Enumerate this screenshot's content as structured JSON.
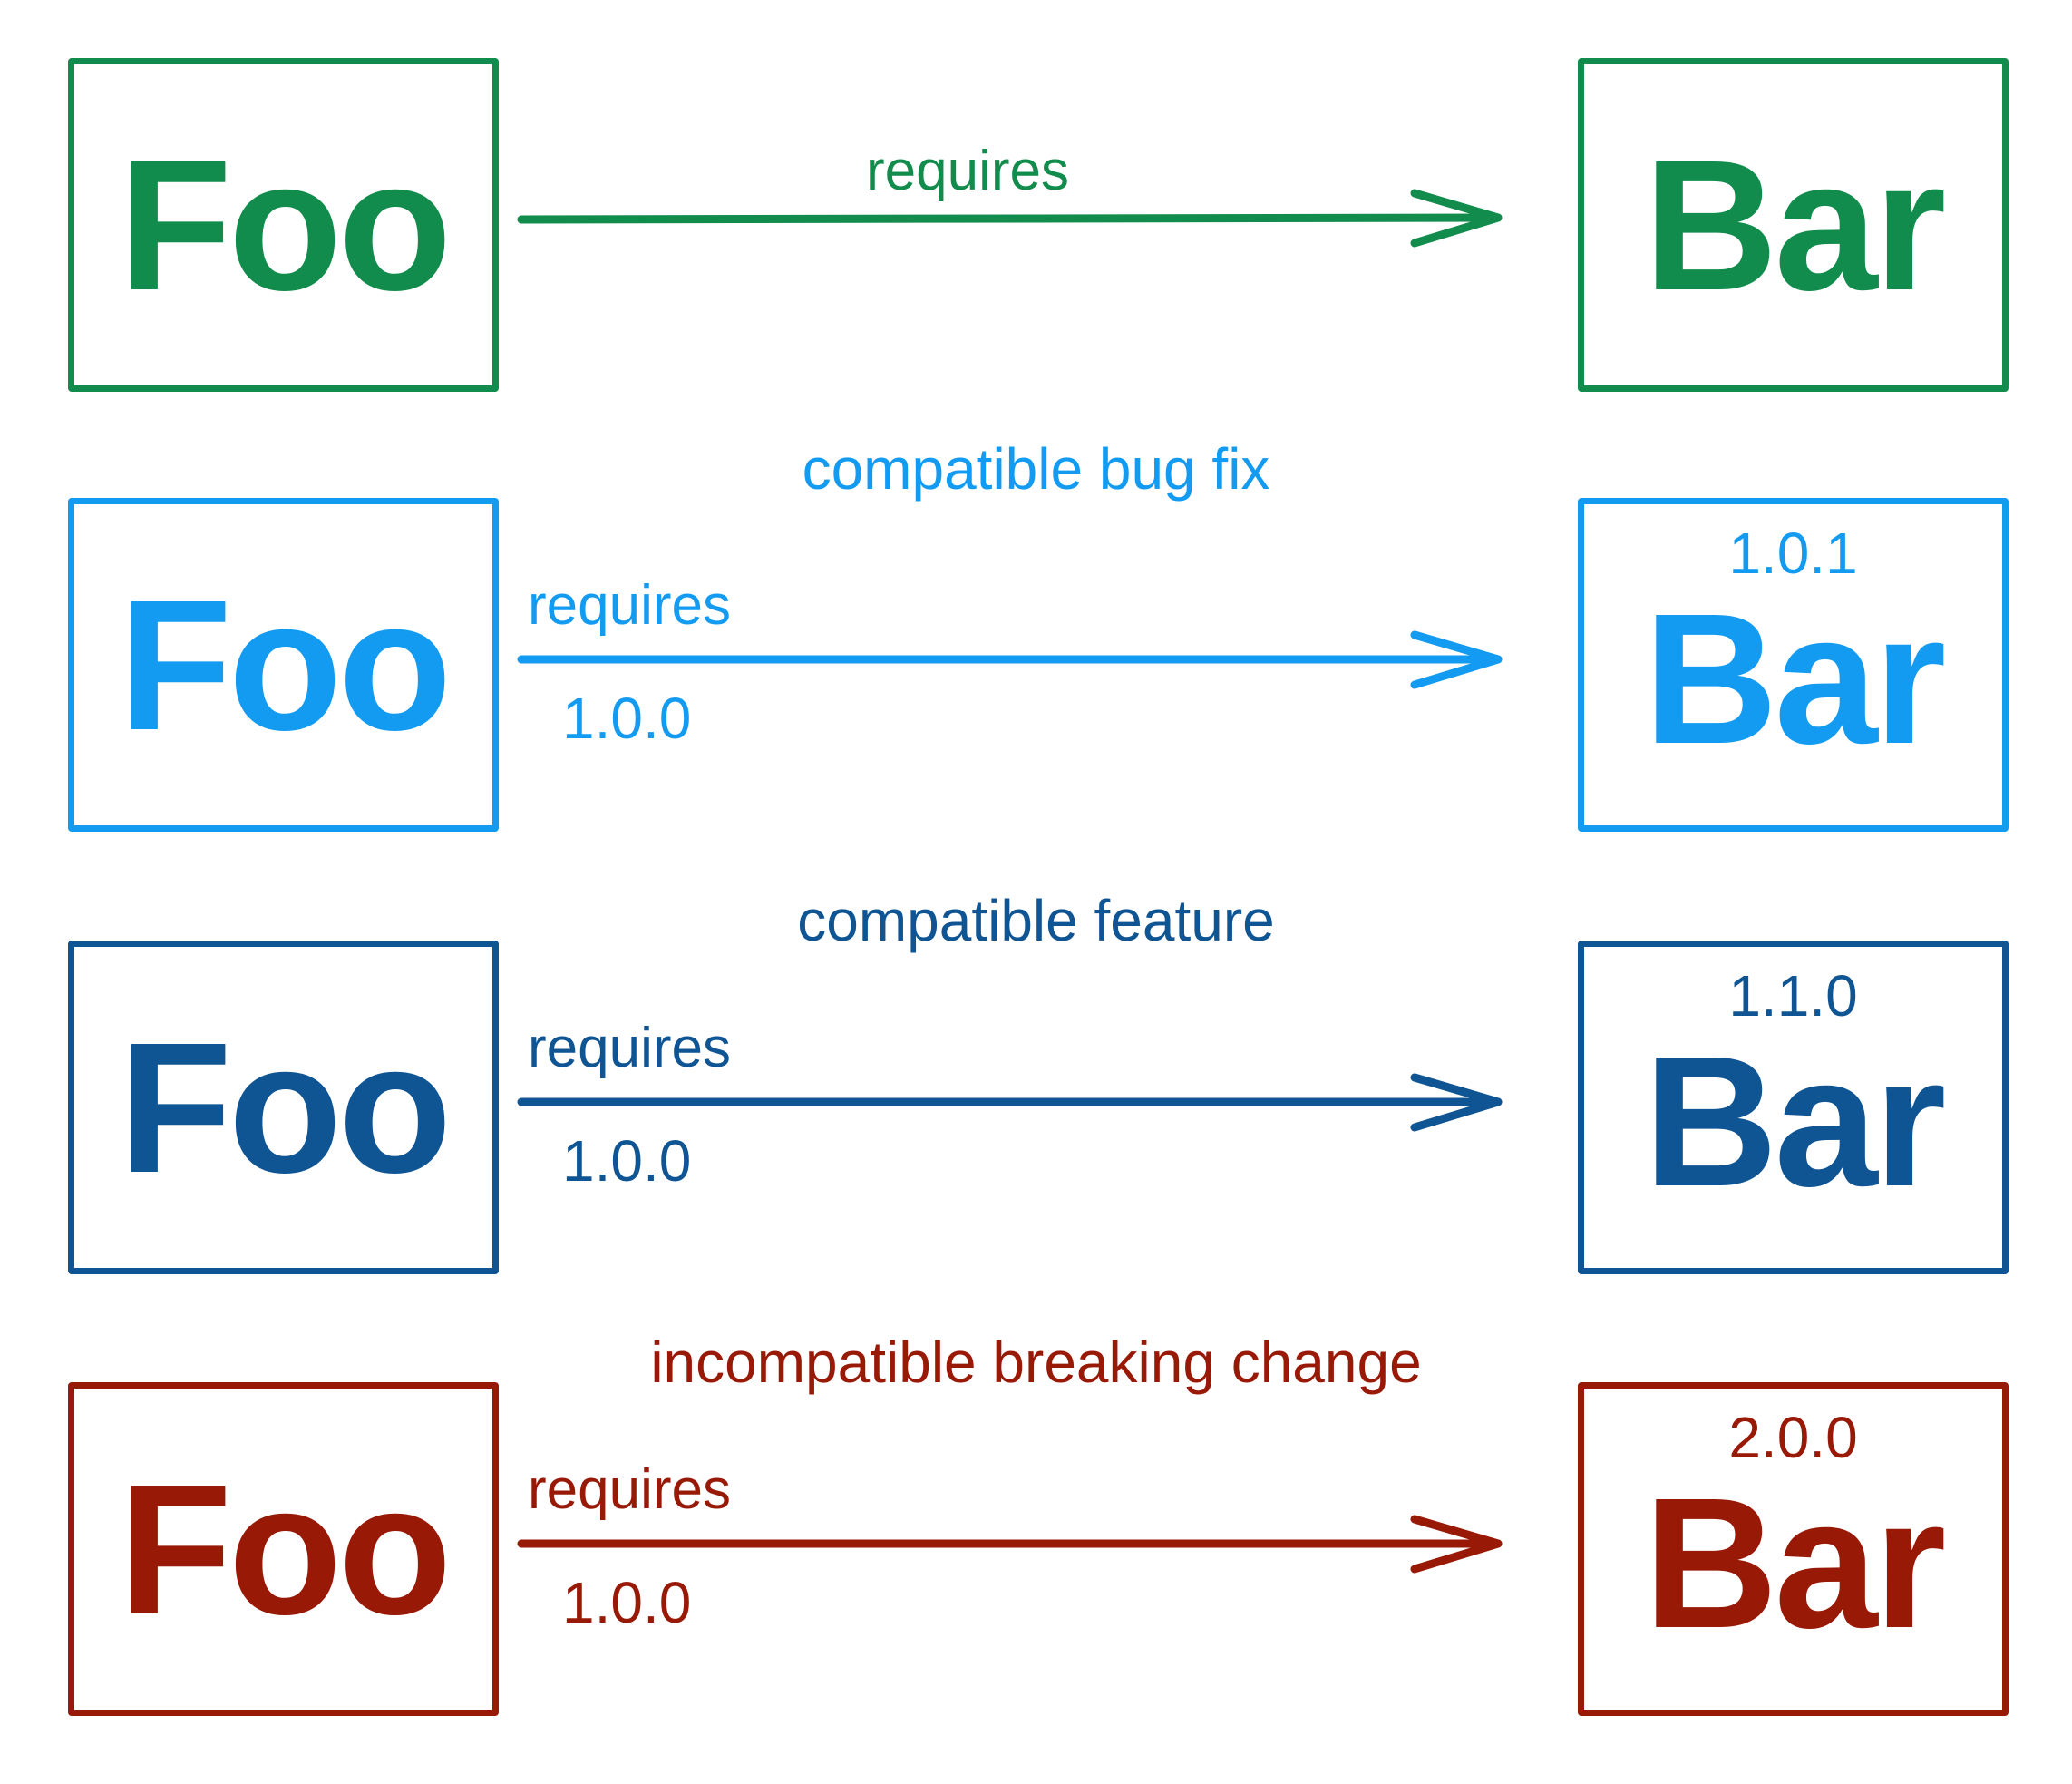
{
  "colors": {
    "requires": "#128c4c",
    "bug_fix": "#139bf2",
    "feature": "#0f5493",
    "breaking": "#981906"
  },
  "rows": [
    {
      "title": "",
      "foo_label": "Foo",
      "bar_label": "Bar",
      "arrow_label": "requires",
      "foo_version": "",
      "bar_version": ""
    },
    {
      "title": "compatible bug fix",
      "foo_label": "Foo",
      "bar_label": "Bar",
      "arrow_label": "requires",
      "foo_version": "1.0.0",
      "bar_version": "1.0.1"
    },
    {
      "title": "compatible feature",
      "foo_label": "Foo",
      "bar_label": "Bar",
      "arrow_label": "requires",
      "foo_version": "1.0.0",
      "bar_version": "1.1.0"
    },
    {
      "title": "incompatible breaking change",
      "foo_label": "Foo",
      "bar_label": "Bar",
      "arrow_label": "requires",
      "foo_version": "1.0.0",
      "bar_version": "2.0.0"
    }
  ]
}
